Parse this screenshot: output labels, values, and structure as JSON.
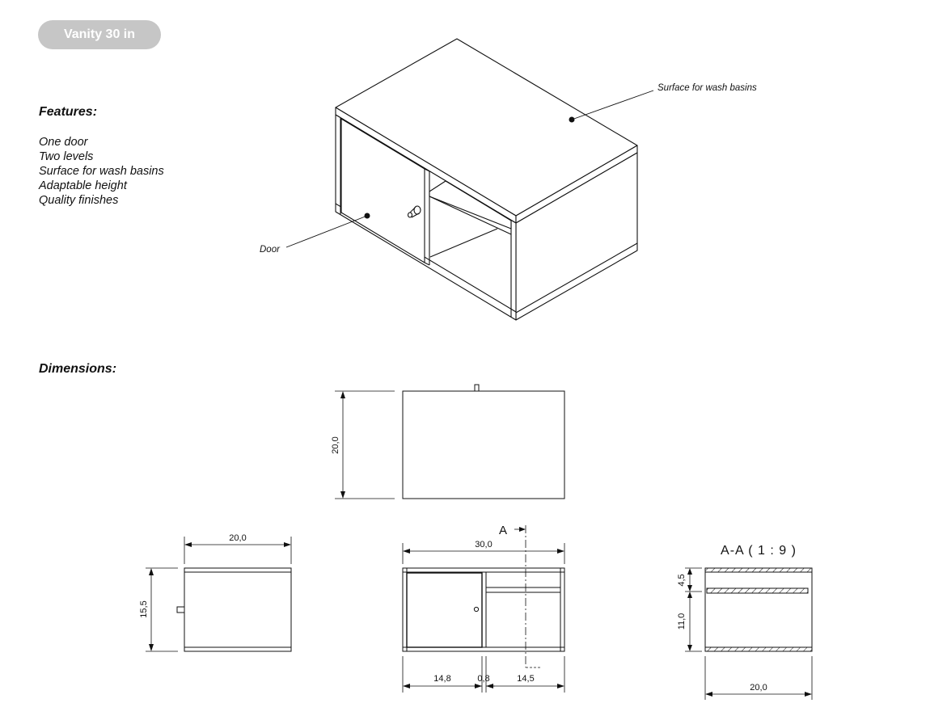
{
  "title_badge": "Vanity 30 in",
  "features": {
    "heading": "Features:",
    "items": [
      "One door",
      "Two levels",
      "Surface for wash basins",
      "Adaptable height",
      "Quality finishes"
    ]
  },
  "callouts": {
    "surface": "Surface for wash basins",
    "door": "Door"
  },
  "dimensions": {
    "heading": "Dimensions:",
    "top_view_depth": "20,0",
    "side_width": "20,0",
    "side_height": "15,5",
    "section_marker": "A",
    "front_width": "30,0",
    "front_door_width": "14,8",
    "front_divider": "0,8",
    "front_open_width": "14,5",
    "section_title": "A-A ( 1 : 9 )",
    "section_upper": "4,5",
    "section_lower": "11,0",
    "section_width": "20,0"
  }
}
